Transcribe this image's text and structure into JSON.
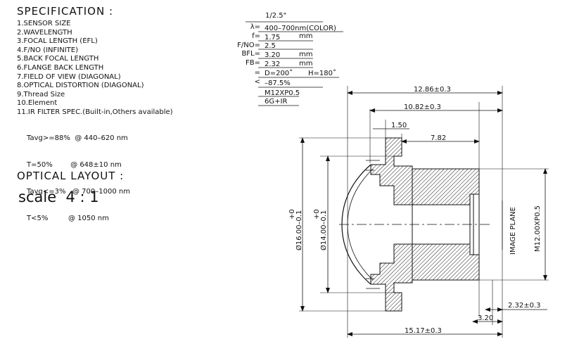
{
  "spec_title": "SPECIFICATION :",
  "spec_items": [
    "1.SENSOR SIZE",
    "2.WAVELENGTH",
    "3.FOCAL LENGTH (EFL)",
    "4.F/NO (INFINITE)",
    "5.BACK FOCAL LENGTH",
    "6.FLANGE BACK LENGTH",
    "7.FIELD OF VIEW (DIAGONAL)",
    "8.OPTICAL DISTORTION (DIAGONAL)",
    "9.Thread Size",
    "10.Element",
    "11.IR FILTER SPEC.(Built-in,Others available)"
  ],
  "ir_lines": [
    "Tavg>=88%  @ 440–620 nm",
    "T=50%        @ 648±10 nm",
    "Tavg<=3%   @ 700–1000 nm",
    "T<5%         @ 1050 nm"
  ],
  "layout_title": "OPTICAL LAYOUT :",
  "scale_label": "scale  4 : 1",
  "values": {
    "sensor": "1/2.5\"",
    "wavelength_prefix": "λ=",
    "wavelength": "400–700nm(COLOR)",
    "efl_prefix": "f=",
    "efl": "1.75",
    "efl_unit": "mm",
    "fno_prefix": "F/NO=",
    "fno": "2.5",
    "bfl_prefix": "BFL=",
    "bfl": "3.20",
    "bfl_unit": "mm",
    "fb_prefix": "FB=",
    "fb": "2.32",
    "fb_unit": "mm",
    "fov_prefix": "=",
    "fov_d": "D=200˚",
    "fov_h": "H=180˚",
    "dist_prefix": "<",
    "distortion": "–87.5%",
    "thread": "M12XP0.5",
    "element": "6G+IR"
  },
  "drawing": {
    "dim_total_top": "12.86±0.3",
    "dim_mid_top": "10.82±0.3",
    "dim_small": "1.50",
    "dim_782": "7.82",
    "dim_outer_dia": "Ø16.00–0.1",
    "dim_outer_tol": "+0",
    "dim_inner_dia": "Ø14.00–0.1",
    "dim_inner_tol": "+0",
    "image_plane": "IMAGE PLANE",
    "thread_label": "M12.00XP0.5",
    "dim_fb": "2.32±0.3",
    "dim_bfl": "3.20",
    "dim_total_bottom": "15.17±0.3"
  },
  "colors": {
    "ink": "#111111",
    "hatch": "#222222"
  }
}
